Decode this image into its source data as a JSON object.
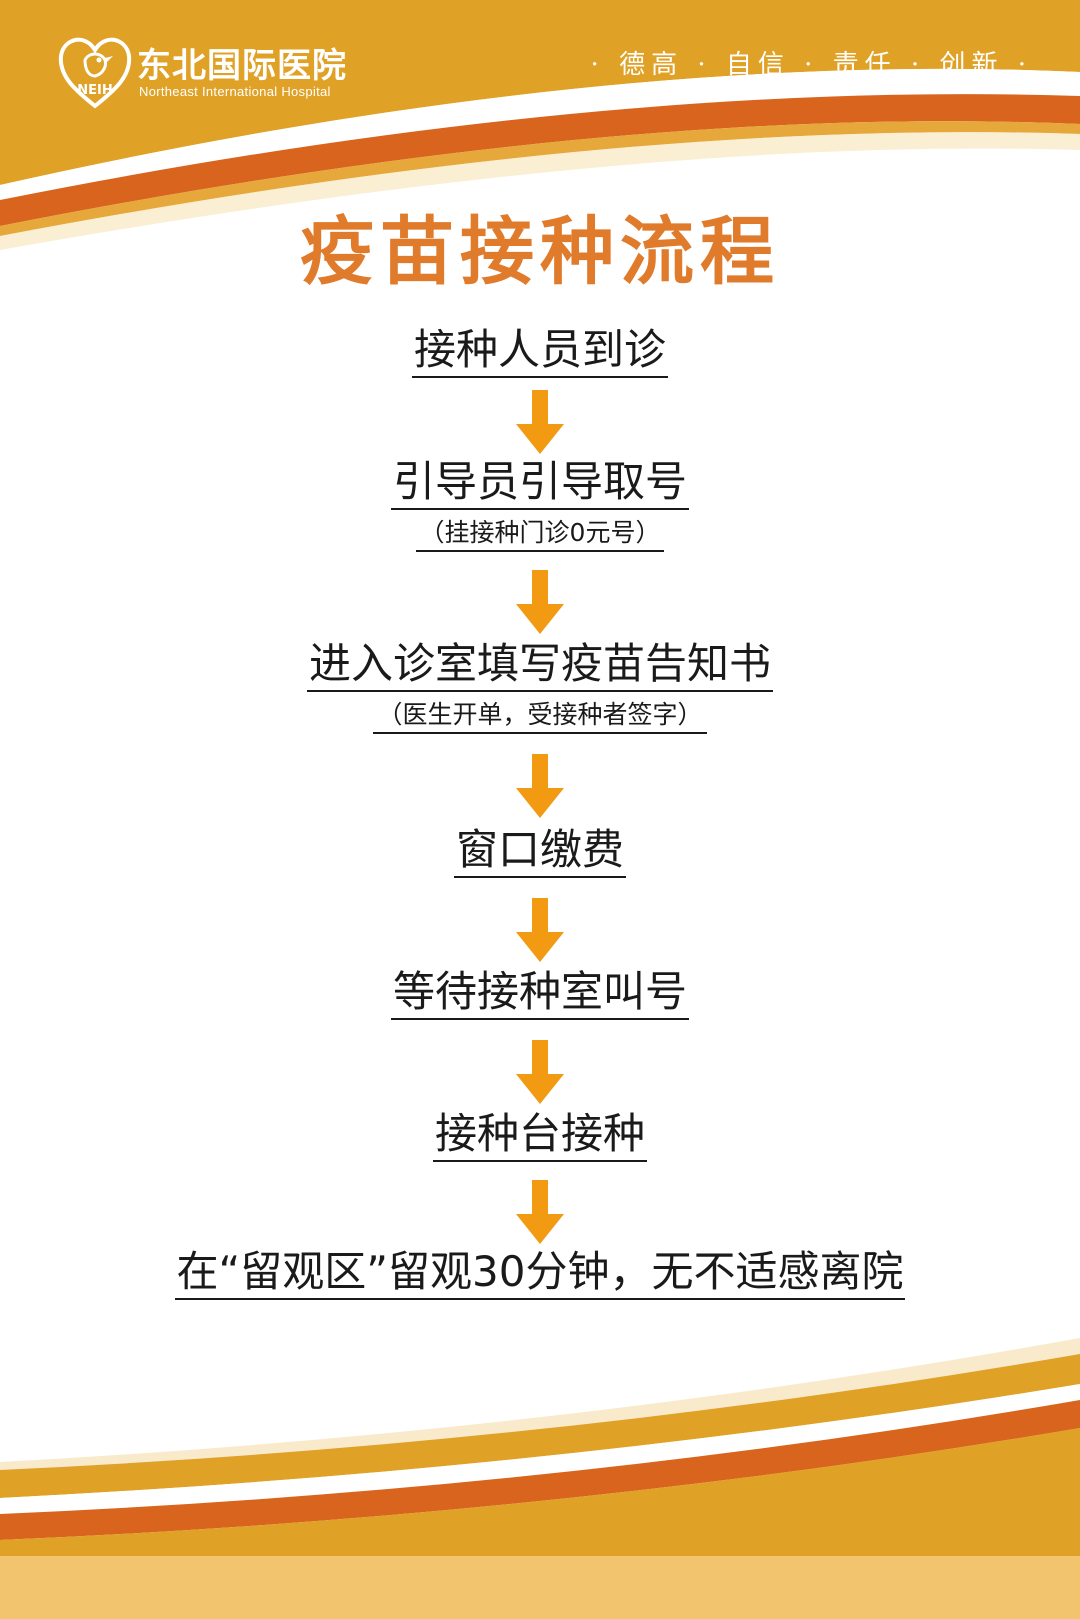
{
  "header": {
    "hospital_name_cn": "东北国际医院",
    "hospital_name_en": "Northeast International Hospital",
    "logo_letters": "NEIH",
    "motto": "· 德高 · 自信 · 责任 · 创新 ·"
  },
  "title": "疫苗接种流程",
  "steps": [
    {
      "label": "接种人员到诊",
      "sub": ""
    },
    {
      "label": "引导员引导取号",
      "sub": "（挂接种门诊0元号）"
    },
    {
      "label": "进入诊室填写疫苗告知书",
      "sub": "（医生开单，受接种者签字）"
    },
    {
      "label": "窗口缴费",
      "sub": ""
    },
    {
      "label": "等待接种室叫号",
      "sub": ""
    },
    {
      "label": "接种台接种",
      "sub": ""
    },
    {
      "label": "在“留观区”留观30分钟，无不适感离院",
      "sub": ""
    }
  ],
  "colors": {
    "gold": "#e0a127",
    "orange": "#d9641e",
    "title": "#e07b2c",
    "arrow": "#f19a12",
    "footer": "#f2c46d"
  },
  "icons": {
    "logo": "bird-heart-emblem",
    "flow_arrow": "arrow-down-icon"
  }
}
